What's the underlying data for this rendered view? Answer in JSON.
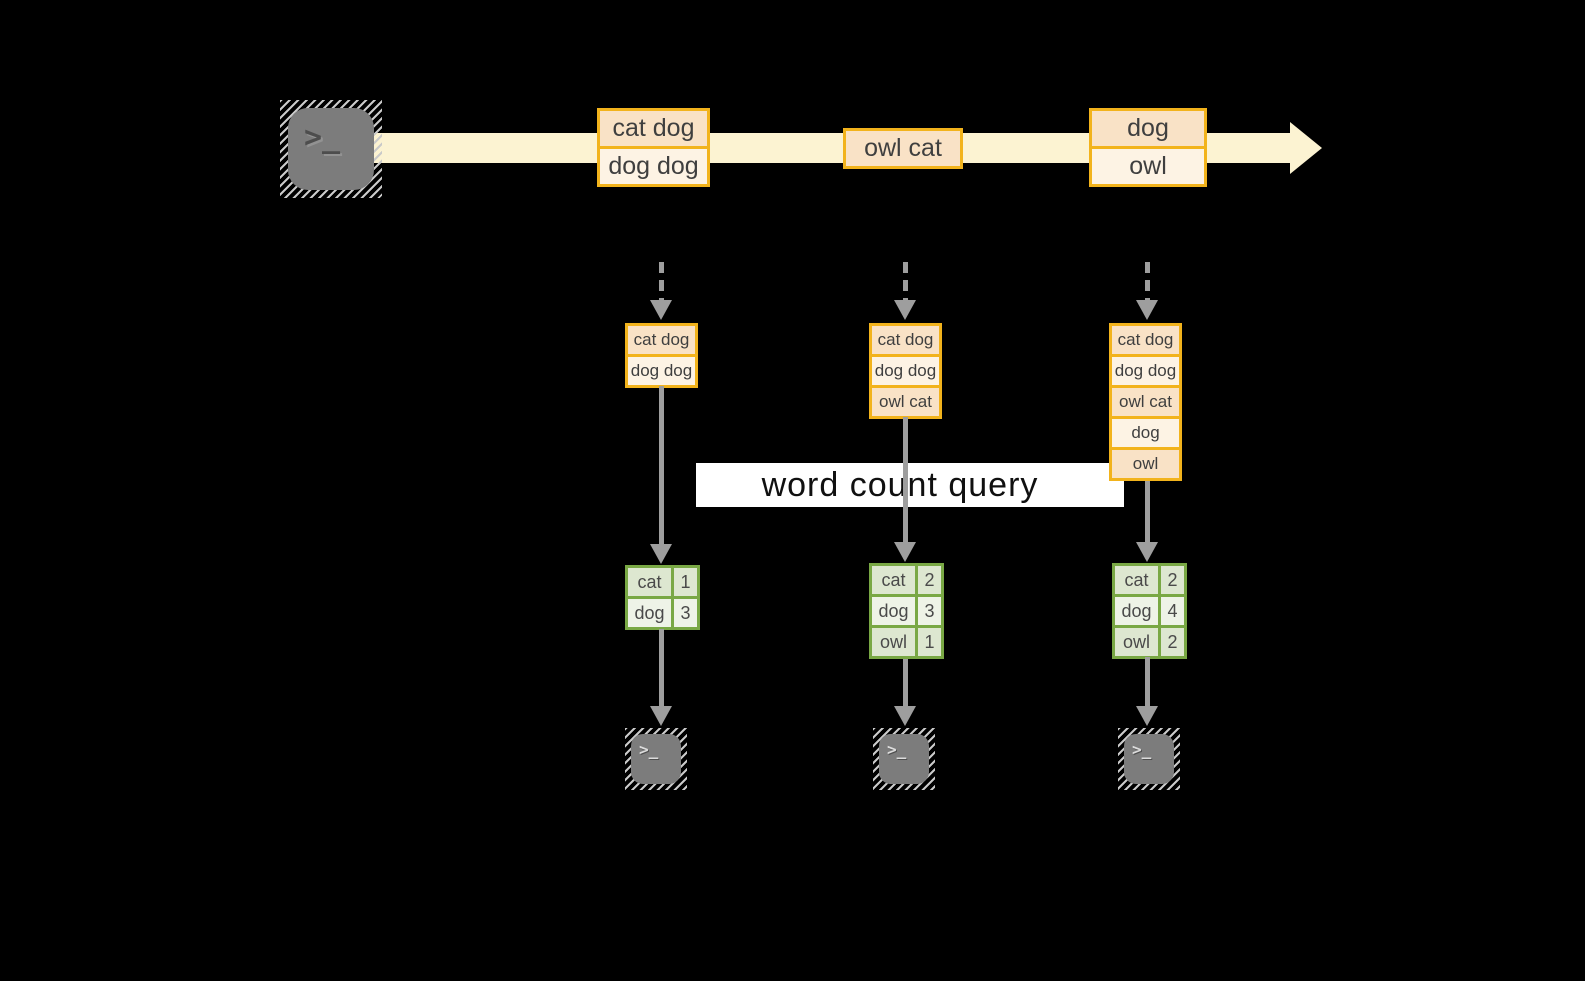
{
  "palette": {
    "background": "#000000",
    "stream_band": "#fcf3d2",
    "event_border": "#f2b31c",
    "event_fill_dark": "#f9e2c6",
    "event_fill_light": "#fdf3e4",
    "table_border": "#79a844",
    "cell_fill_dark": "#dde7d0",
    "cell_fill_light": "#eef3e7",
    "arrow_gray": "#9e9e9e",
    "terminal_gray": "#7c7c7c",
    "query_background": "#ffffff",
    "text": "#3f3f3f"
  },
  "source_terminal": {
    "glyph": ">_"
  },
  "stream_events": [
    {
      "rows": [
        "cat dog",
        "dog dog"
      ]
    },
    {
      "rows": [
        "owl cat"
      ]
    },
    {
      "rows": [
        "dog",
        "owl"
      ]
    }
  ],
  "query": {
    "label": "word count query"
  },
  "pipelines": [
    {
      "buffer_rows": [
        "cat dog",
        "dog dog"
      ],
      "result_rows": [
        {
          "word": "cat",
          "count": "1"
        },
        {
          "word": "dog",
          "count": "3"
        }
      ],
      "sink": {
        "glyph": ">_"
      }
    },
    {
      "buffer_rows": [
        "cat dog",
        "dog dog",
        "owl cat"
      ],
      "result_rows": [
        {
          "word": "cat",
          "count": "2"
        },
        {
          "word": "dog",
          "count": "3"
        },
        {
          "word": "owl",
          "count": "1"
        }
      ],
      "sink": {
        "glyph": ">_"
      }
    },
    {
      "buffer_rows": [
        "cat dog",
        "dog dog",
        "owl cat",
        "dog",
        "owl"
      ],
      "result_rows": [
        {
          "word": "cat",
          "count": "2"
        },
        {
          "word": "dog",
          "count": "4"
        },
        {
          "word": "owl",
          "count": "2"
        }
      ],
      "sink": {
        "glyph": ">_"
      }
    }
  ]
}
